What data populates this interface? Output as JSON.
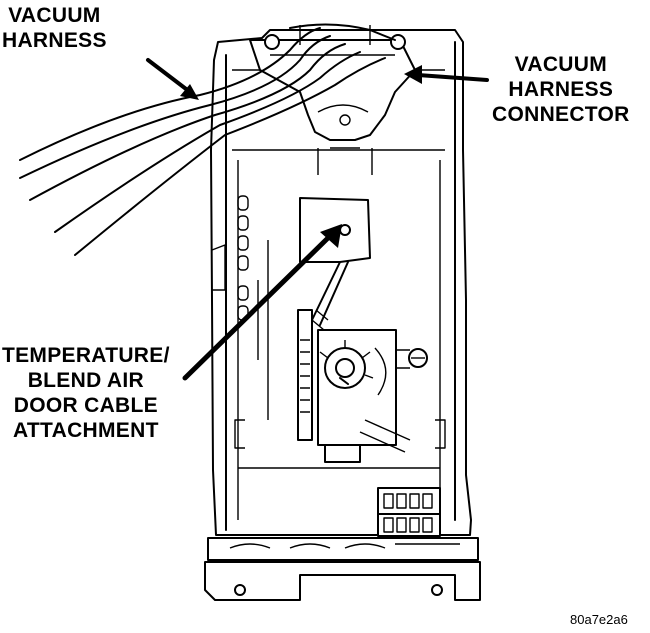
{
  "labels": {
    "vacuum_harness": [
      "VACUUM",
      "HARNESS"
    ],
    "vacuum_harness_connector": [
      "VACUUM",
      "HARNESS",
      "CONNECTOR"
    ],
    "temp_blend_door": [
      "TEMPERATURE/",
      "BLEND AIR",
      "DOOR CABLE",
      "ATTACHMENT"
    ]
  },
  "figure_id": "80a7e2a6"
}
